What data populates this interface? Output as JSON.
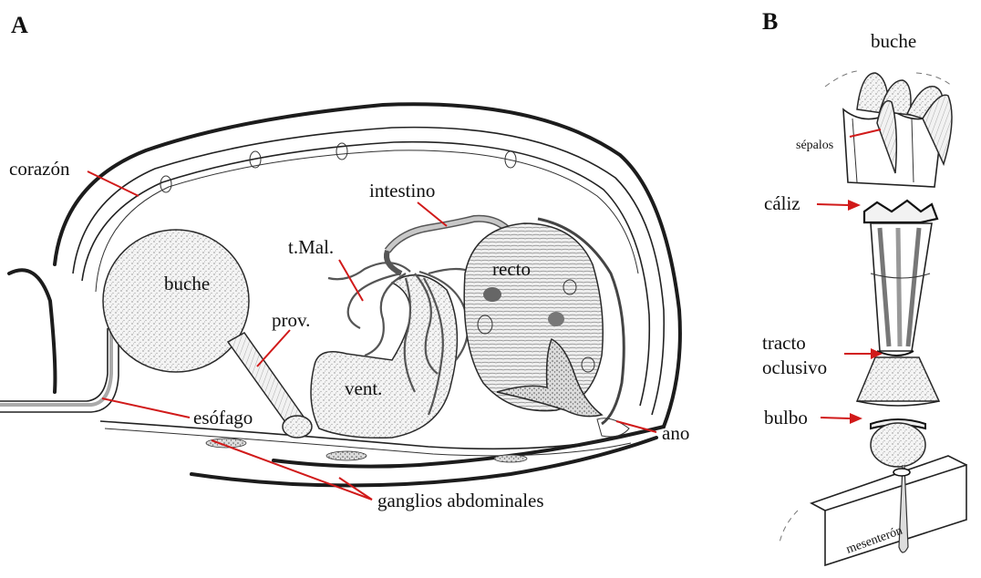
{
  "figure": {
    "panel_a": {
      "letter": "A",
      "labels": {
        "corazon": "corazón",
        "intestino": "intestino",
        "tmal": "t.Mal.",
        "buche": "buche",
        "recto": "recto",
        "prov": "prov.",
        "vent": "vent.",
        "esofago": "esófago",
        "ano": "ano",
        "ganglios": "ganglios abdominales"
      }
    },
    "panel_b": {
      "letter": "B",
      "labels": {
        "buche": "buche",
        "sepalos": "sépalos",
        "caliz": "cáliz",
        "tracto_line1": "tracto",
        "tracto_line2": "oclusivo",
        "bulbo": "bulbo",
        "mesenteron": "mesenterón"
      }
    }
  },
  "colors": {
    "leader": "#d11a1a",
    "ink": "#1c1c1c",
    "stipple": "#8a8a8a"
  }
}
